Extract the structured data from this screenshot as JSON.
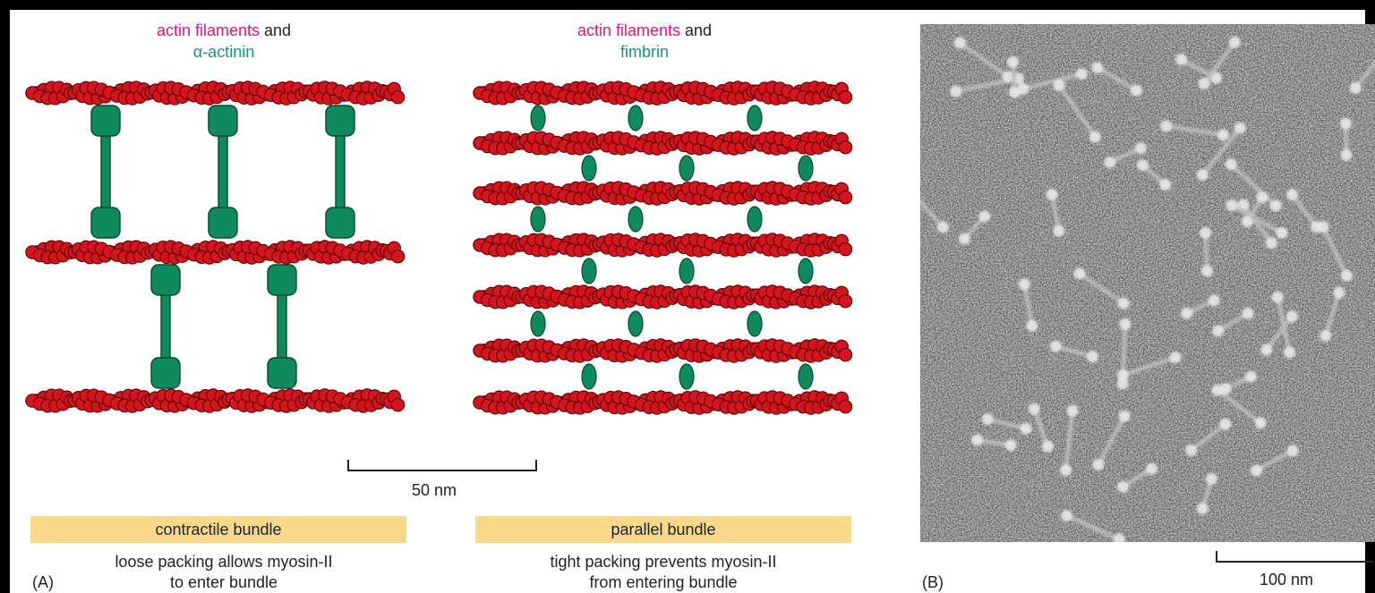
{
  "panel_a": {
    "left": {
      "title_line1_part1": "actin filaments",
      "title_line1_part2": " and",
      "title_line2": "α-actinin",
      "band_label": "contractile bundle",
      "caption_line1": "loose packing allows myosin-II",
      "caption_line2": "to enter bundle"
    },
    "right": {
      "title_line1_part1": "actin filaments",
      "title_line1_part2": " and",
      "title_line2": "fimbrin",
      "band_label": "parallel bundle",
      "caption_line1": "tight packing prevents myosin-II",
      "caption_line2": "from entering bundle"
    },
    "scale_bar_label": "50 nm",
    "panel_label": "(A)"
  },
  "panel_b": {
    "scale_bar_label": "100 nm",
    "panel_label": "(B)"
  },
  "colors": {
    "actin": "#d4151f",
    "actin_outline": "#5a0000",
    "crosslinker": "#0f8a5c",
    "crosslinker_outline": "#034a2f",
    "band": "#fad98a",
    "magenta_text": "#e0157a",
    "green_text": "#14996b"
  }
}
